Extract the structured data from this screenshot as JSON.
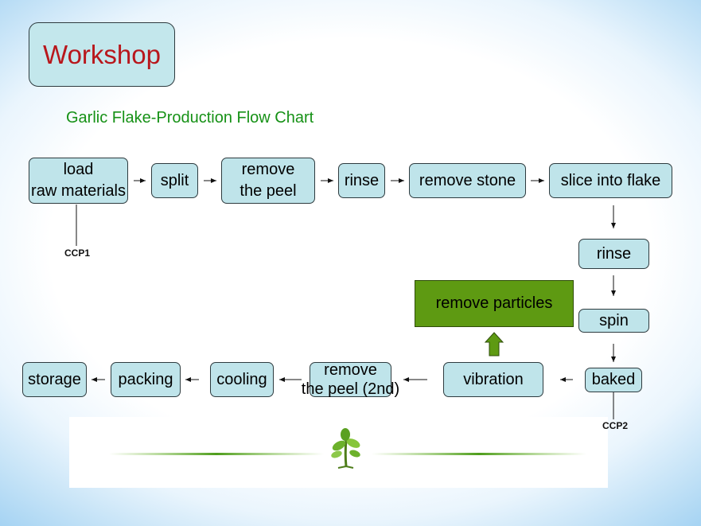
{
  "title": "Workshop",
  "subtitle": "Garlic Flake-Production Flow Chart",
  "steps": {
    "load": {
      "line1": "load",
      "line2": "raw materials"
    },
    "split": "split",
    "remove_peel": {
      "line1": "remove",
      "line2": "the peel"
    },
    "rinse1": "rinse",
    "remove_stone": "remove stone",
    "slice": "slice into flake",
    "rinse2": "rinse",
    "spin": "spin",
    "baked": "baked",
    "vibration": "vibration",
    "remove_particles": "remove particles",
    "remove_peel2": {
      "line1": "remove",
      "line2": "the peel (2nd)"
    },
    "cooling": "cooling",
    "packing": "packing",
    "storage": "storage"
  },
  "ccp": {
    "ccp1": "CCP1",
    "ccp2": "CCP2"
  },
  "colors": {
    "box_fill": "#bfe4ea",
    "title_text": "#b8171c",
    "subtitle_text": "#169116",
    "particles_fill": "#5e9a12",
    "up_arrow": "#5e9a12"
  },
  "icons": {
    "footer": "sprout-icon"
  }
}
